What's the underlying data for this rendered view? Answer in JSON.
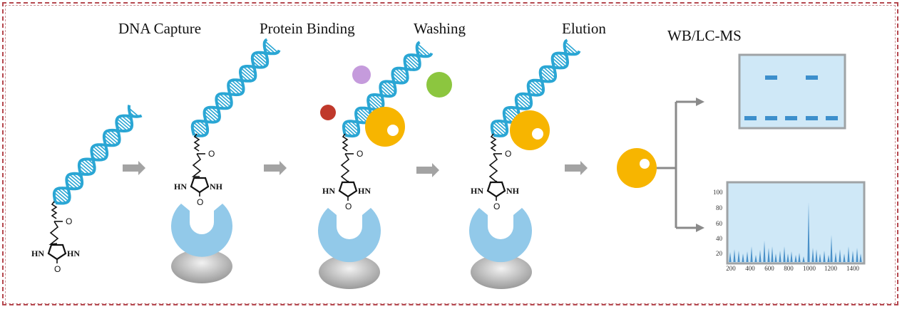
{
  "steps": [
    {
      "label": "DNA Capture"
    },
    {
      "label": "Protein Binding"
    },
    {
      "label": "Washing"
    },
    {
      "label": "Elution"
    },
    {
      "label": "WB/LC-MS"
    }
  ],
  "molecule": {
    "hn_left": "HN",
    "hn_right": "HN",
    "nh_right": "NH",
    "oxygen": "O"
  },
  "spectrum": {
    "y_ticks": [
      "100",
      "80",
      "60",
      "40",
      "20"
    ],
    "x_ticks": [
      "200",
      "400",
      "600",
      "800",
      "1000",
      "1200",
      "1400"
    ]
  },
  "colors": {
    "dna": "#2aa6d4",
    "receptor": "#92c9e9",
    "base": "#a9a9a9",
    "protein_target": "#f7b500",
    "protein_red": "#c0392b",
    "protein_purple": "#c59bdc",
    "protein_green": "#8cc63f",
    "arrow": "#a3a3a3",
    "frame": "#b5484f",
    "panel": "#cfe8f7",
    "band": "#3d8fcc"
  }
}
